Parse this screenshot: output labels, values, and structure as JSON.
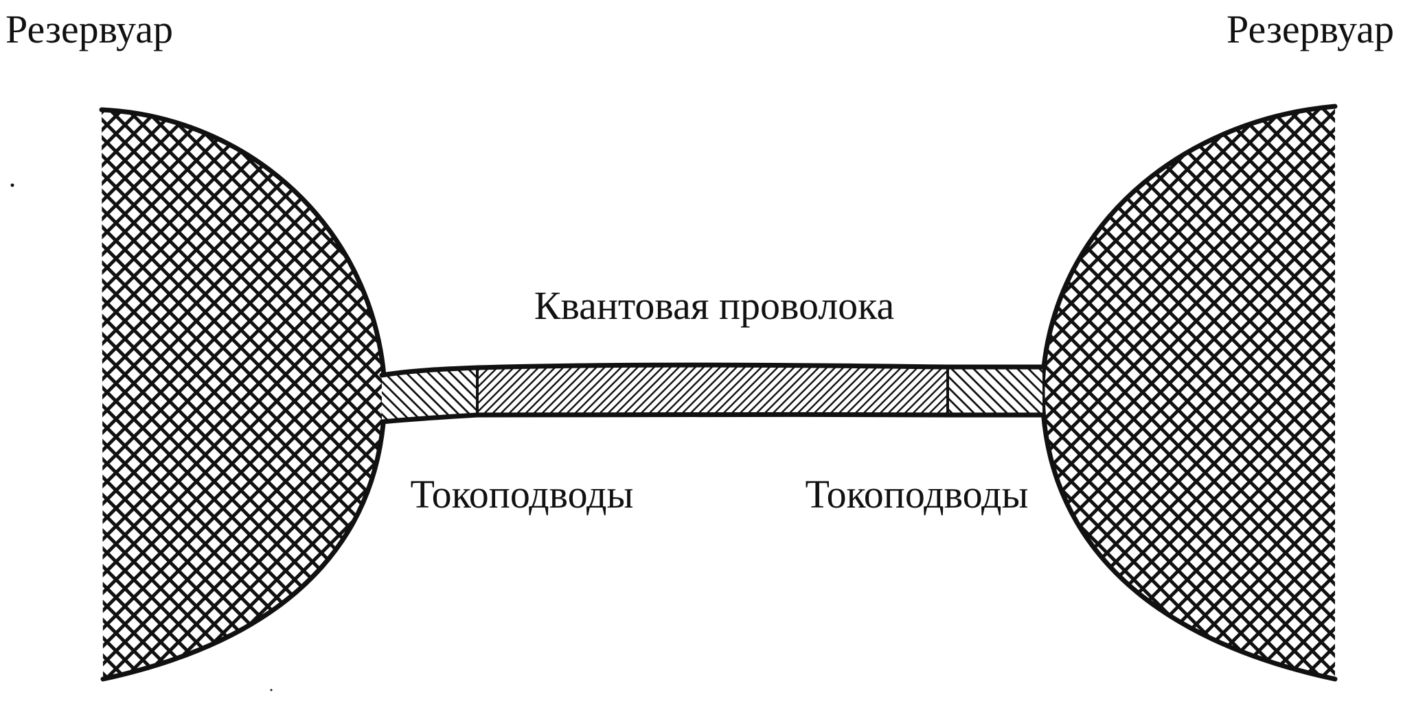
{
  "labels": {
    "reservoir_left": "Резервуар",
    "reservoir_right": "Резервуар",
    "quantum_wire": "Квантовая проволока",
    "leads_left": "Токоподводы",
    "leads_right": "Токоподводы"
  },
  "colors": {
    "ink": "#111111",
    "background": "#ffffff"
  },
  "fills": {
    "reservoir": "crosshatch",
    "leads": "diagonal-hatch-backslash",
    "wire": "diagonal-hatch-slash"
  }
}
